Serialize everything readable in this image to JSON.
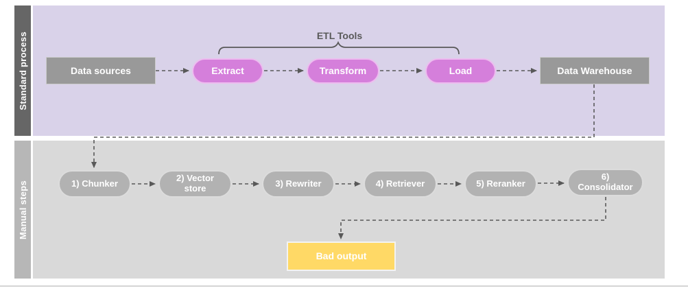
{
  "etl_tools_label": "ETL Tools",
  "lanes": [
    {
      "label": "Standard process"
    },
    {
      "label": "Manual steps"
    }
  ],
  "nodes": {
    "data_sources": {
      "label": "Data sources"
    },
    "extract": {
      "label": "Extract"
    },
    "transform": {
      "label": "Transform"
    },
    "load": {
      "label": "Load"
    },
    "data_warehouse": {
      "label": "Data Warehouse"
    },
    "chunker": {
      "label": "1) Chunker"
    },
    "vector_store": {
      "label": "2) Vector store"
    },
    "rewriter": {
      "label": "3) Rewriter"
    },
    "retriever": {
      "label": "4) Retriever"
    },
    "reranker": {
      "label": "5) Reranker"
    },
    "consolidator": {
      "label": "6) Consolidator"
    },
    "bad_output": {
      "label": "Bad output"
    }
  },
  "colors": {
    "lane1_bg": "#d9d2e9",
    "lane1_bar": "#666666",
    "lane2_bg": "#d9d9d9",
    "lane2_bar": "#b7b7b7",
    "etl_node_fill": "#d57fdb",
    "etl_node_border": "#edbcef",
    "gray_node_fill": "#999999",
    "manual_node_fill": "#b2b2b2",
    "bad_output_fill": "#ffd966",
    "connector": "#595959",
    "node_text": "#ffffff"
  }
}
